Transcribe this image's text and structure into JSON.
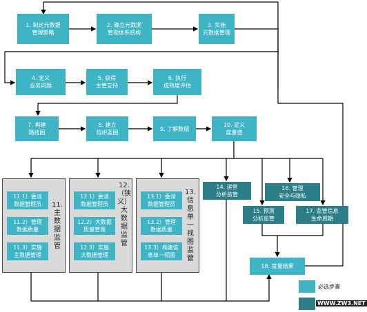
{
  "colors": {
    "mandatory": "#3fb4c4",
    "optional": "#2b7d88",
    "panel": "#d9d9d9",
    "line": "#000000"
  },
  "steps": {
    "s1": "1. 制定元数据\n管理策略",
    "s2": "2. 确立元数据\n管理体系结构",
    "s3": "3. 实施\n元数据管理",
    "s4": "4. 定义\n业务问题",
    "s5": "5. 获得\n主管支持",
    "s6": "6. 执行\n成熟度评估",
    "s7": "7. 构建\n路线图",
    "s8": "8. 建立\n组织蓝图",
    "s9": "9. 了解数据",
    "s10": "10. 定义\n度量值",
    "s14": "14. 运营\n分析监管",
    "s15": "15. 预测\n分析监管",
    "s16": "16. 管理\n安全与隐私",
    "s17": "17. 监管信息\n生命周期",
    "s18": "18. 度量结果"
  },
  "panel11": {
    "title": "11.\n主\n数\n据\n监\n管",
    "items": [
      "11.1）委派\n数据管理员",
      "11.2）管理\n数据质量",
      "11.3）实施\n主数据管理"
    ]
  },
  "panel12": {
    "title": "12.\n（狭\n义）\n大\n数\n据\n监\n管",
    "items": [
      "12.1）委派\n数据管理员",
      "12.2）大数据\n质量管理",
      "12.3）实施\n大数据管理"
    ]
  },
  "panel13": {
    "title": "13.\n信\n息\n单\n一\n视\n图\n监\n管",
    "items": [
      "13.1）委派\n数据管理员",
      "13.2）管理\n数据质量",
      "13.3）构建信\n息单一视图"
    ]
  },
  "legend": {
    "mandatory_label": "必选步骤"
  },
  "watermark": "WWW.ZW3.NET"
}
